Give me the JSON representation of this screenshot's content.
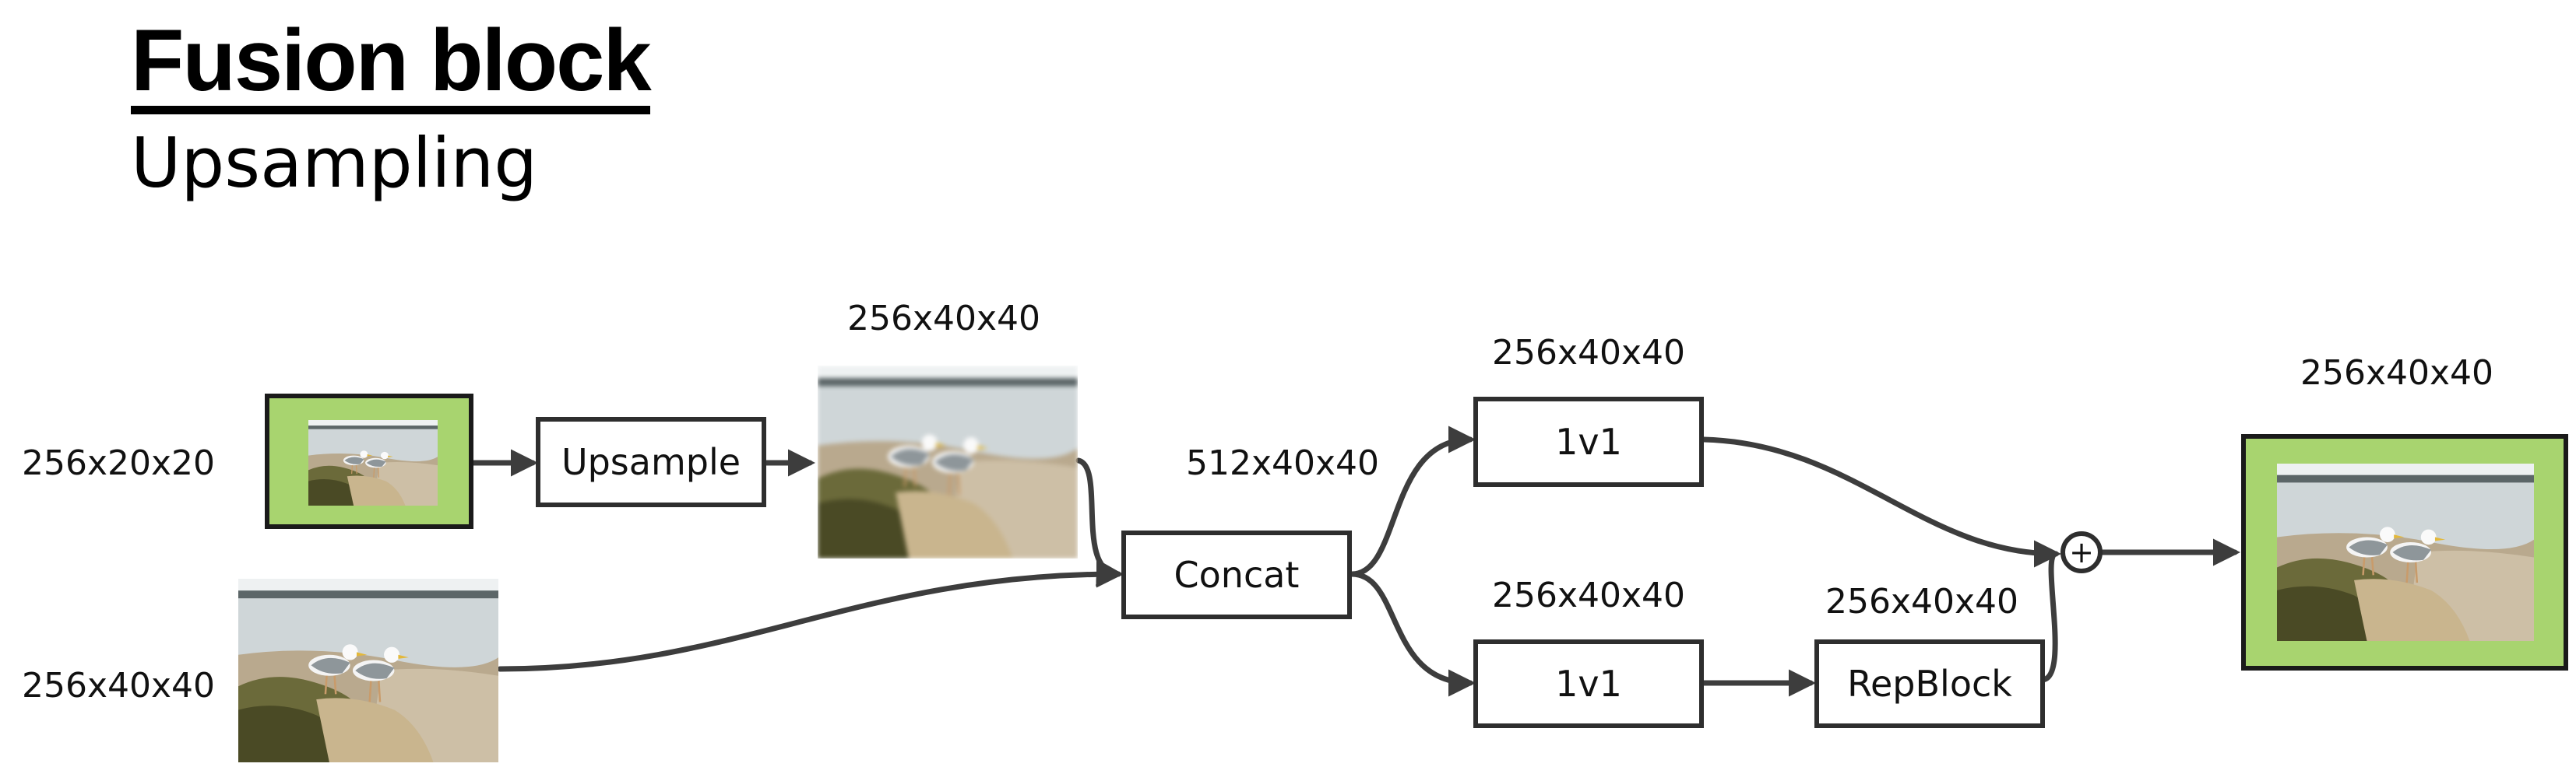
{
  "title": "Fusion block",
  "subtitle": "Upsampling",
  "nodes": {
    "upsample": "Upsample",
    "concat": "Concat",
    "conv_top": "1v1",
    "conv_bottom": "1v1",
    "repblock": "RepBlock",
    "add_symbol": "+"
  },
  "dims": {
    "input_small": "256x20x20",
    "input_large": "256x40x40",
    "upsampled": "256x40x40",
    "concat_out": "512x40x40",
    "conv_top_out": "256x40x40",
    "conv_bottom_out": "256x40x40",
    "repblock_out": "256x40x40",
    "output": "256x40x40"
  },
  "colors": {
    "frame_fill": "#a8d46f",
    "stroke": "#3d3d3d"
  },
  "images": {
    "content": "seagulls on a rock by the sea"
  }
}
